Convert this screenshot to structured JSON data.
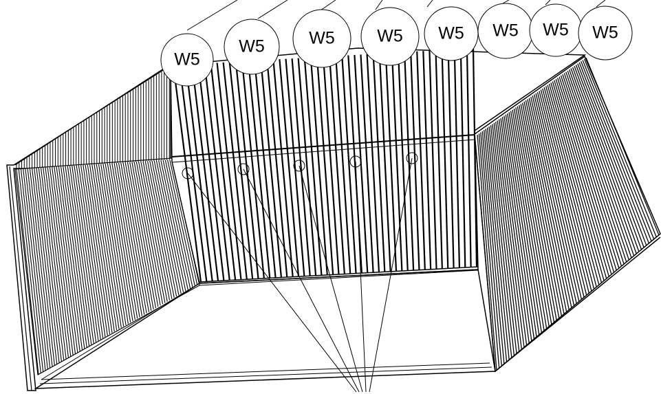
{
  "diagram": {
    "callout_labels": [
      "W5",
      "W5",
      "W5",
      "W5",
      "W5",
      "W5",
      "W5",
      "W5"
    ],
    "colors": {
      "line": "#000000",
      "background": "#ffffff"
    },
    "icons": [
      "weld-callout-icon",
      "fastener-marker-icon"
    ]
  }
}
